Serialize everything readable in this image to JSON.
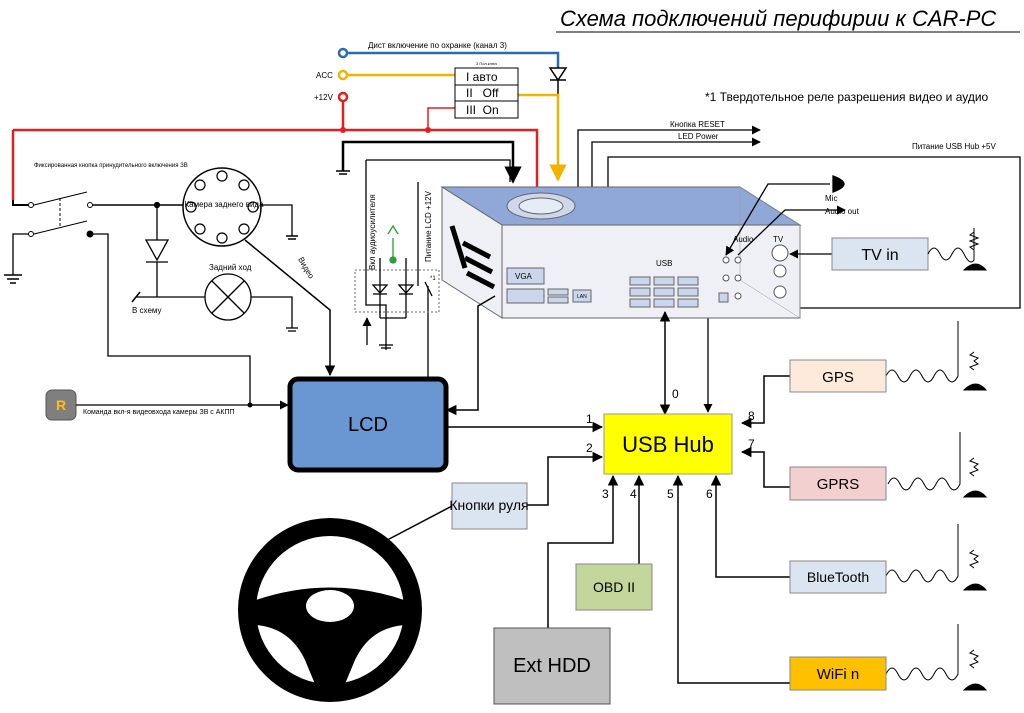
{
  "title": "Схема подключений перифирии к CAR-PC",
  "note": "*1 Твердотельное реле разрешения видео и аудио",
  "power_sources": {
    "guard_label": "Дист включение по охранке (канал 3)",
    "acc_label": "ACC",
    "plus12_label": "+12V",
    "switch_caption": "3 Пол.ключ",
    "switch_positions": [
      "I авто",
      "II   Off",
      "III  On"
    ]
  },
  "pc": {
    "vga_label": "VGA",
    "lan_label": "LAN",
    "usb_label": "USB",
    "audio_label": "Audio",
    "tv_label": "TV"
  },
  "outputs": {
    "reset": "Кнопка RESET",
    "led_power": "LED Power",
    "usb_hub_power": "Питание USB Hub +5V",
    "mic": "Mic",
    "audio_out": "Audio out"
  },
  "left": {
    "forced_button": "Фиксированная кнопка принудительного включения ЗВ",
    "camera": "Камера заднего вида",
    "video": "Видео",
    "reverse": "Задний ход",
    "to_scheme": "В схему",
    "amp_enable": "Вкл аудиоусилителя",
    "lcd_power": "Питание LCD +12V",
    "relay_note": "*1",
    "r_badge": "R",
    "akpp_cmd": "Команда вкл-я видеовхода камеры ЗВ с АКПП"
  },
  "blocks": {
    "lcd": "LCD",
    "usb_hub": "USB Hub",
    "wheel_buttons": "Кнопки руля",
    "obd": "OBD II",
    "ext_hdd": "Ext HDD",
    "gps": "GPS",
    "gprs": "GPRS",
    "bluetooth": "BlueTooth",
    "wifi": "WiFi n",
    "tv_in": "TV in"
  },
  "ports": [
    "0",
    "1",
    "2",
    "3",
    "4",
    "5",
    "6",
    "7",
    "8"
  ],
  "colors": {
    "lcd": "#6a96d2",
    "usb_hub": "#ffff00",
    "gps": "#fdeada",
    "gprs": "#f2d0cf",
    "bluetooth": "#dbe5f1",
    "wifi": "#ffc000",
    "tv_in": "#dbe5f1",
    "obd": "#c3d69b",
    "ext_hdd": "#bfbfbf",
    "wheel_buttons": "#dbe5f1",
    "wire_red": "#e02020",
    "wire_yellow": "#f0b400",
    "wire_blue": "#2e6ab0",
    "pc_top": "#8fa8d8"
  }
}
